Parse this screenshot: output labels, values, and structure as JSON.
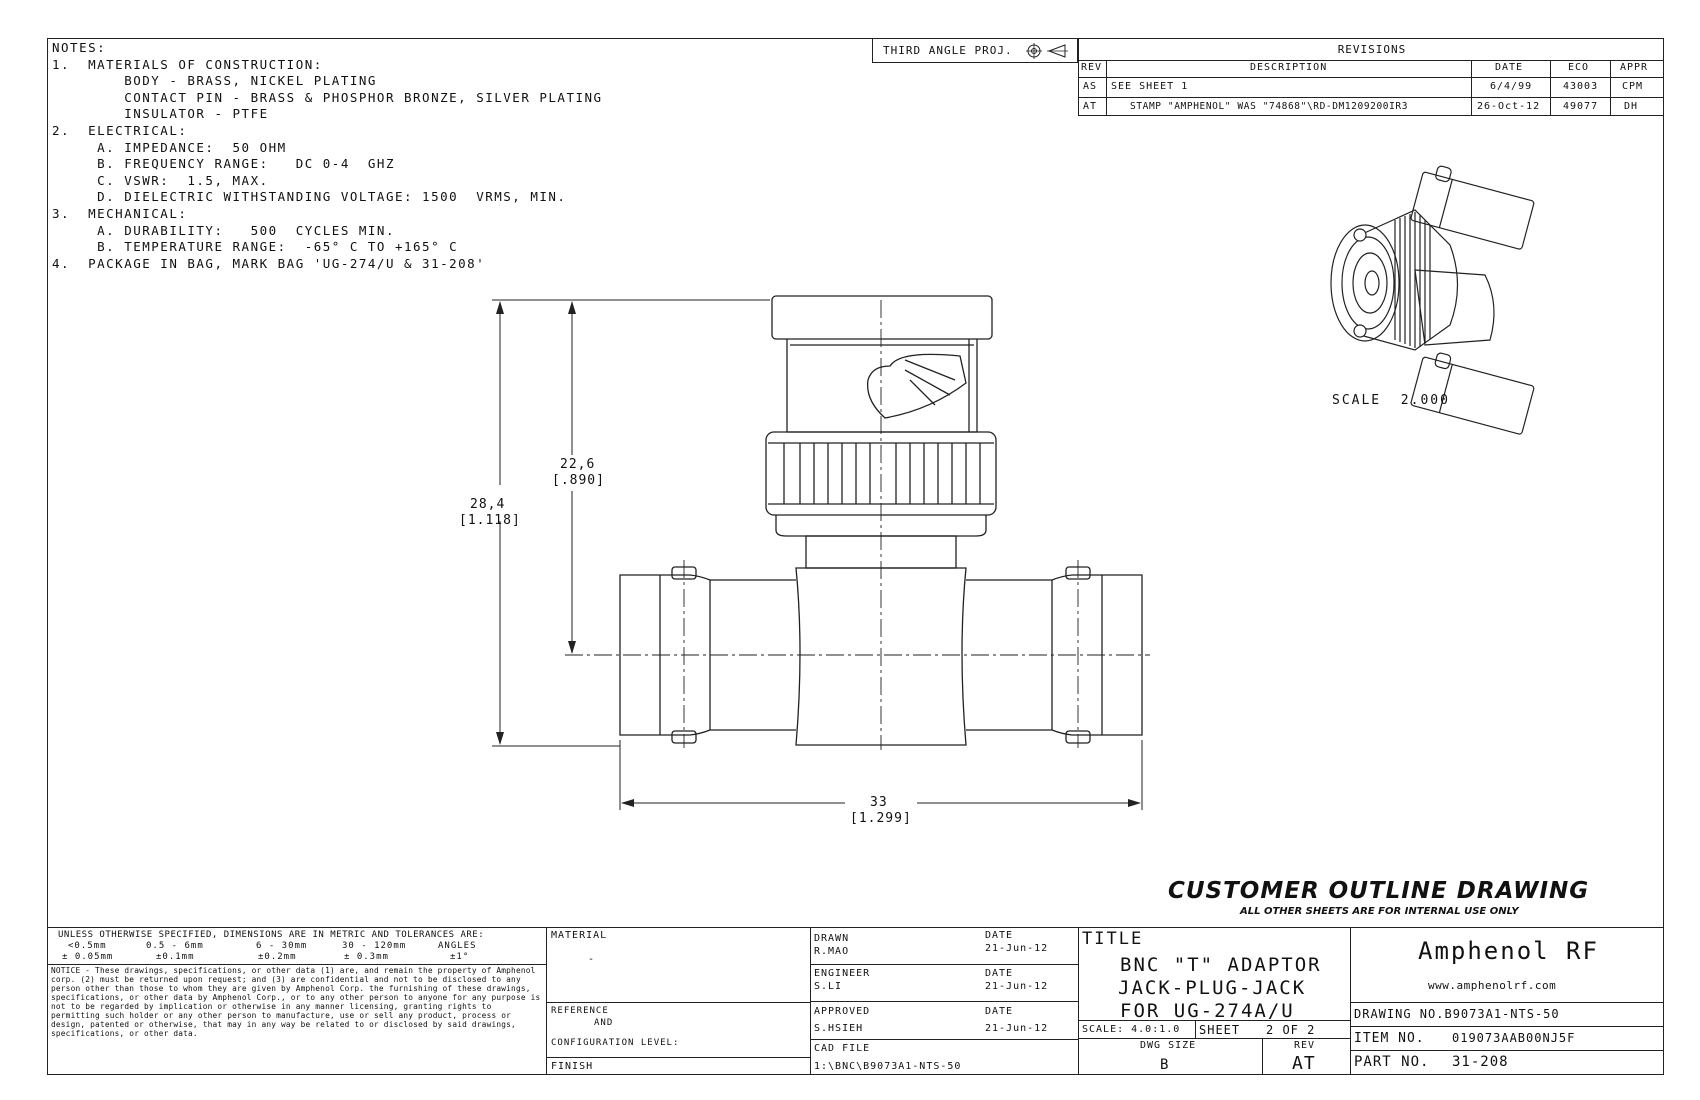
{
  "notes": {
    "lines": [
      "NOTES:",
      "1.  MATERIALS OF CONSTRUCTION:",
      "        BODY - BRASS, NICKEL PLATING",
      "        CONTACT PIN - BRASS & PHOSPHOR BRONZE, SILVER PLATING",
      "        INSULATOR - PTFE",
      "2.  ELECTRICAL:",
      "     A. IMPEDANCE:  50 OHM",
      "     B. FREQUENCY RANGE:   DC 0-4  GHZ",
      "     C. VSWR:  1.5, MAX.",
      "     D. DIELECTRIC WITHSTANDING VOLTAGE: 1500  VRMS, MIN.",
      "3.  MECHANICAL:",
      "     A. DURABILITY:   500  CYCLES MIN.",
      "     B. TEMPERATURE RANGE:  -65° C TO +165° C",
      "4.  PACKAGE IN BAG, MARK BAG 'UG-274/U & 31-208'"
    ]
  },
  "projection": {
    "label": "THIRD ANGLE PROJ."
  },
  "revisions": {
    "title": "REVISIONS",
    "headers": [
      "REV",
      "DESCRIPTION",
      "DATE",
      "ECO",
      "APPR"
    ],
    "rows": [
      [
        "AS",
        "SEE SHEET 1",
        "6/4/99",
        "43003",
        "CPM"
      ],
      [
        "AT",
        "STAMP \"AMPHENOL\" WAS \"74868\"\\RD-DM1209200IR3",
        "26-Oct-12",
        "49077",
        "DH"
      ]
    ]
  },
  "dimensions": {
    "height_mm": "28,4",
    "height_in": "[1.118]",
    "center_mm": "22,6",
    "center_in": "[.890]",
    "width_mm": "33",
    "width_in": "[1.299]"
  },
  "iso_scale": "SCALE  2.000",
  "customer_outline": {
    "heading": "CUSTOMER OUTLINE DRAWING",
    "sub": "ALL OTHER SHEETS ARE FOR INTERNAL USE ONLY"
  },
  "titleblock": {
    "tolerance_header": "UNLESS OTHERWISE SPECIFIED, DIMENSIONS ARE IN METRIC AND TOLERANCES ARE:",
    "tol_ranges": [
      "<0.5mm",
      "0.5 - 6mm",
      "6 - 30mm",
      "30 - 120mm",
      "ANGLES"
    ],
    "tol_values": [
      "± 0.05mm",
      "±0.1mm",
      "±0.2mm",
      "± 0.3mm",
      "±1°"
    ],
    "notice": "NOTICE - These drawings, specifications, or other data (1) are, and remain the property of Amphenol corp.  (2) must be returned upon request; and (3) are confidential and not to be disclosed to any person other than those to whom they are given by Amphenol Corp.  the furnishing of these drawings, specifications, or other data by Amphenol Corp., or to any other person to anyone for any purpose is not to be regarded by implication or otherwise in any manner licensing, granting rights to permitting such holder or any other person to manufacture, use or sell any product, process or design, patented or otherwise, that may in any way be related to or disclosed by said drawings, specifications, or other data.",
    "material_label": "MATERIAL",
    "material_value": "-",
    "reference_label": "REFERENCE",
    "and_label": "AND",
    "config_label": "CONFIGURATION LEVEL:",
    "finish_label": "FINISH",
    "drawn_label": "DRAWN",
    "drawn_by": "R.MAO",
    "engineer_label": "ENGINEER",
    "engineer_by": "S.LI",
    "approved_label": "APPROVED",
    "approved_by": "S.HSIEH",
    "date_label": "DATE",
    "drawn_date": "21-Jun-12",
    "engineer_date": "21-Jun-12",
    "approved_date": "21-Jun-12",
    "cad_label": "CAD FILE",
    "cad_value": "1:\\BNC\\B9073A1-NTS-50",
    "title_label": "TITLE",
    "title_lines": [
      "BNC \"T\" ADAPTOR",
      "JACK-PLUG-JACK",
      "FOR UG-274A/U"
    ],
    "scale": "SCALE: 4.0:1.0",
    "sheet_label": "SHEET",
    "sheet_value": "2 OF 2",
    "dwg_size_label": "DWG SIZE",
    "dwg_size": "B",
    "rev_label": "REV",
    "rev": "AT",
    "company": "Amphenol RF",
    "website": "www.amphenolrf.com",
    "drawing_no": "DRAWING NO.B9073A1-NTS-50",
    "item_label": "ITEM NO.",
    "item_no": "019073AAB00NJ5F",
    "part_label": "PART NO.",
    "part_no": "31-208"
  }
}
